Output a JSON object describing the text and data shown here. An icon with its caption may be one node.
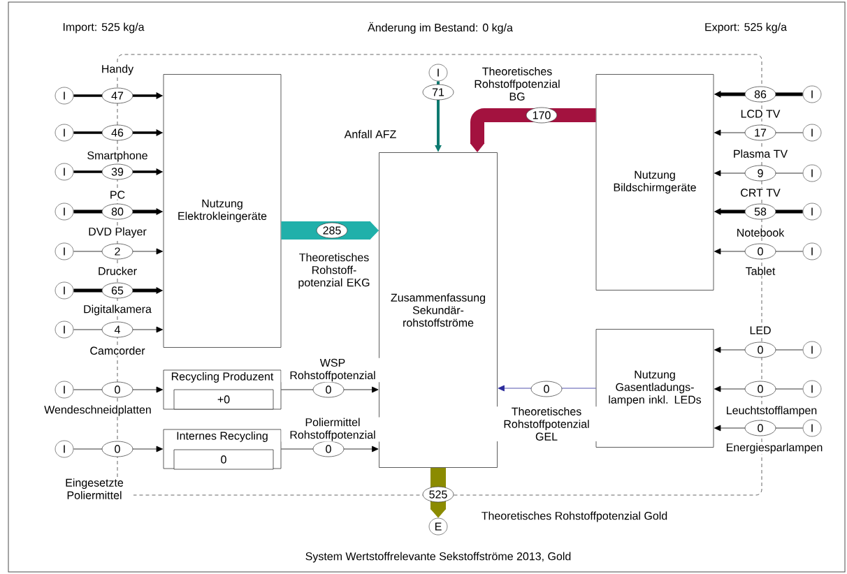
{
  "diagram": {
    "caption": "System Wertstoffrelevante Sekstoffströme 2013, Gold",
    "nodes": [
      {
        "text": [
          "Nutzung Elektrokleingeräte"
        ]
      },
      {
        "text": [
          "Recycling Produzent"
        ]
      },
      {
        "text": [
          "+0"
        ],
        "in": 1
      },
      {
        "text": [
          "Internes Recycling"
        ]
      },
      {
        "text": [
          "0"
        ],
        "in": 3
      },
      {
        "text": [
          "Zusammenfassung Sekundär- rohstoffströme"
        ]
      },
      {
        "text": [
          "Nutzung Bildschirmgeräte"
        ]
      },
      {
        "text": [
          "Nutzung Gasentladungs- lampen inkl. LEDs"
        ]
      },
      {
        "text": [
          "I"
        ]
      },
      {
        "text": [
          "I"
        ]
      },
      {
        "text": [
          "I"
        ]
      },
      {
        "text": [
          "I"
        ]
      },
      {
        "text": [
          "I"
        ]
      },
      {
        "text": [
          "I"
        ]
      },
      {
        "text": [
          "I"
        ]
      },
      {
        "text": [
          "I"
        ]
      },
      {
        "text": [
          "I"
        ]
      },
      {
        "text": [
          "I"
        ]
      },
      {
        "text": [
          "I"
        ]
      },
      {
        "text": [
          "I"
        ]
      },
      {
        "text": [
          "I"
        ]
      },
      {
        "text": [
          "I"
        ]
      },
      {
        "text": [
          "I"
        ]
      },
      {
        "text": [
          "I"
        ]
      },
      {
        "text": [
          "I"
        ]
      },
      {
        "text": [
          "I"
        ]
      },
      {
        "text": [
          "E"
        ]
      }
    ],
    "edges": [
      {
        "from": 8,
        "to": 0,
        "arrow": "to",
        "label": "47",
        "style": "thick"
      },
      {
        "from": 9,
        "to": 0,
        "arrow": "to",
        "label": "46",
        "style": "thick"
      },
      {
        "from": 10,
        "to": 0,
        "arrow": "to",
        "label": "39",
        "style": "thick"
      },
      {
        "from": 11,
        "to": 0,
        "arrow": "to",
        "label": "80",
        "style": "thick"
      },
      {
        "from": 12,
        "to": 0,
        "arrow": "to",
        "label": "2"
      },
      {
        "from": 13,
        "to": 0,
        "arrow": "to",
        "label": "65",
        "style": "thick"
      },
      {
        "from": 14,
        "to": 0,
        "arrow": "to",
        "label": "4"
      },
      {
        "from": 15,
        "to": 1,
        "arrow": "to",
        "label": "0"
      },
      {
        "from": 16,
        "to": 3,
        "arrow": "to",
        "label": "0"
      },
      {
        "from": 1,
        "to": 5,
        "arrow": "to",
        "label": "0"
      },
      {
        "from": 3,
        "to": 5,
        "arrow": "to",
        "label": "0"
      },
      {
        "from": 0,
        "to": 5,
        "arrow": "to",
        "label": "285",
        "style": "thick",
        "color": "#20b0aa"
      },
      {
        "from": 17,
        "to": 5,
        "arrow": "to",
        "label": "71",
        "style": "thick",
        "color": "#0e7a70"
      },
      {
        "from": 6,
        "to": 5,
        "arrow": "to",
        "label": "170",
        "style": "thick",
        "color": "#a3123f"
      },
      {
        "from": 18,
        "to": 6,
        "arrow": "to",
        "label": "86",
        "style": "thick"
      },
      {
        "from": 19,
        "to": 6,
        "arrow": "to",
        "label": "17"
      },
      {
        "from": 20,
        "to": 6,
        "arrow": "to",
        "label": "9"
      },
      {
        "from": 21,
        "to": 6,
        "arrow": "to",
        "label": "58",
        "style": "thick"
      },
      {
        "from": 22,
        "to": 6,
        "arrow": "to",
        "label": "0"
      },
      {
        "from": 23,
        "to": 7,
        "arrow": "to",
        "label": "0"
      },
      {
        "from": 24,
        "to": 7,
        "arrow": "to",
        "label": "0"
      },
      {
        "from": 25,
        "to": 7,
        "arrow": "to",
        "label": "0"
      },
      {
        "from": 7,
        "to": 5,
        "arrow": "to",
        "label": "0",
        "color": "#2a2a9a"
      },
      {
        "from": 5,
        "to": 26,
        "arrow": "to",
        "label": "525",
        "style": "thick",
        "color": "#8b8b00"
      }
    ],
    "labels": [
      "Import: 525 kg/a",
      "Änderung im Bestand: 0 kg/a",
      "Export: 525 kg/a",
      "Handy",
      "Smartphone",
      "PC",
      "DVD Player",
      "Drucker",
      "Digitalkamera",
      "Camcorder",
      "Wendeschneidplatten",
      "Eingesetzte Poliermittel",
      "WSP Rohstoffpotenzial",
      "Poliermittel Rohstoffpotenzial",
      "Anfall AFZ",
      "Theoretisches Rohstoffpotenzial BG",
      "Theoretisches Rohstoff- potenzial EKG",
      "LCD TV",
      "Plasma TV",
      "CRT TV",
      "Notebook",
      "Tablet",
      "LED",
      "Leuchtstofflampen",
      "Energiesparlampen",
      "Theoretisches Rohstoffpotenzial GEL",
      "Theoretisches Rohstoffpotenzial Gold"
    ]
  }
}
